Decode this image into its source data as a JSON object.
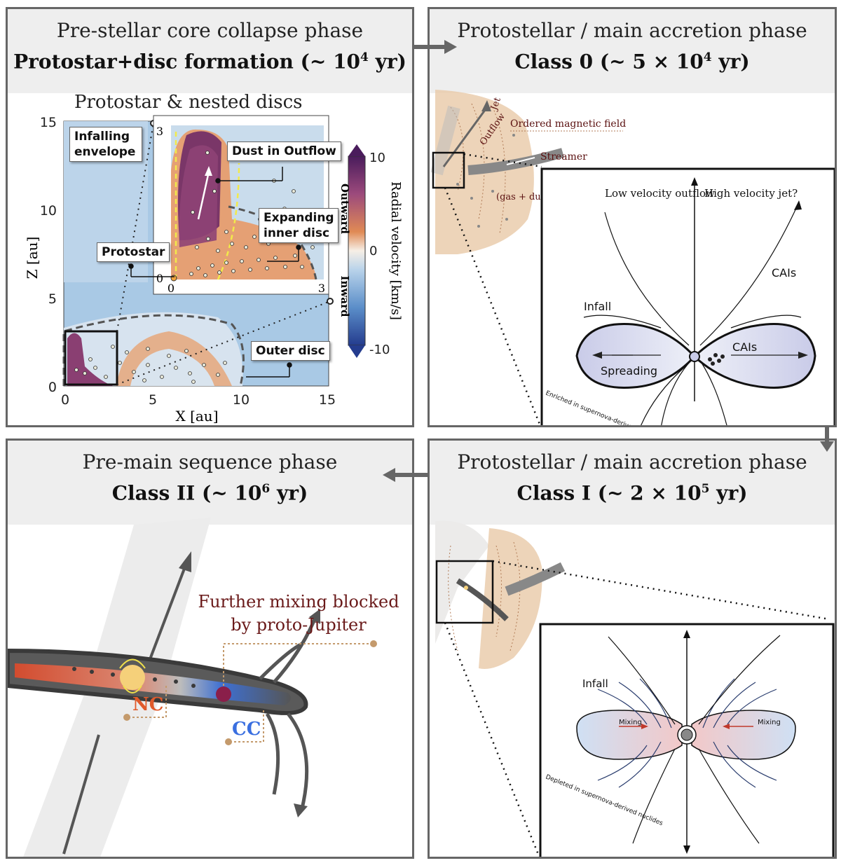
{
  "panels": {
    "top_left": {
      "title1": "Pre-stellar core collapse phase",
      "title2": "Protostar+disc formation (~ 10",
      "title2_sup": "4",
      "title2_end": " yr)",
      "plot_title": "Protostar & nested discs",
      "labels": {
        "infalling": "Infalling envelope",
        "dust_outflow": "Dust in Outflow",
        "expanding": "Expanding inner disc",
        "protostar": "Protostar",
        "outer_disc": "Outer disc"
      },
      "xlabel": "X [au]",
      "ylabel": "Z [au]",
      "x_ticks": [
        "0",
        "5",
        "10",
        "15"
      ],
      "y_ticks": [
        "0",
        "5",
        "10",
        "15"
      ],
      "inset_x_ticks": [
        "0",
        "3"
      ],
      "inset_y_ticks": [
        "0",
        "3"
      ],
      "colorbar": {
        "label": "Radial velocity [km/s]",
        "outward": "Outward",
        "inward": "Inward",
        "ticks": [
          "10",
          "0",
          "-10"
        ]
      }
    },
    "top_right": {
      "title1": "Protostellar / main accretion phase",
      "title2": "Class 0 (~ 5 × 10",
      "title2_sup": "4",
      "title2_end": " yr)",
      "labels": {
        "jet": "Jet",
        "outflow": "Outflow",
        "ordered_field": "Ordered magnetic field",
        "streamer": "Streamer",
        "gas_dust": "(gas + dust)",
        "low_velocity": "Low velocity outflow",
        "high_velocity": "High velocity jet?",
        "cais_top": "CAIs",
        "infall": "Infall",
        "cais_disc": "CAIs",
        "spreading": "Spreading",
        "enriched": "Enriched in supernova-derived nuclides"
      }
    },
    "bottom_left": {
      "title1": "Pre-main sequence phase",
      "title2": "Class II (~ 10",
      "title2_sup": "6",
      "title2_end": " yr)",
      "labels": {
        "mixing_blocked_1": "Further mixing blocked",
        "mixing_blocked_2": "by proto-Jupiter",
        "nc": "NC",
        "cc": "CC"
      }
    },
    "bottom_right": {
      "title1": "Protostellar / main accretion phase",
      "title2": "Class I (~ 2 × 10",
      "title2_sup": "5",
      "title2_end": " yr)",
      "labels": {
        "infall": "Infall",
        "mixing_left": "Mixing",
        "mixing_right": "Mixing",
        "depleted": "Depleted in supernova-derived nuclides"
      }
    }
  },
  "colors": {
    "panel_border": "#666666",
    "header_bg": "#eeeeee",
    "outward": "#6b2d6b",
    "inward": "#2d4f9e",
    "envelope": "#e9c9a8",
    "nc": "#e05a2b",
    "cc": "#3a6fe0"
  }
}
